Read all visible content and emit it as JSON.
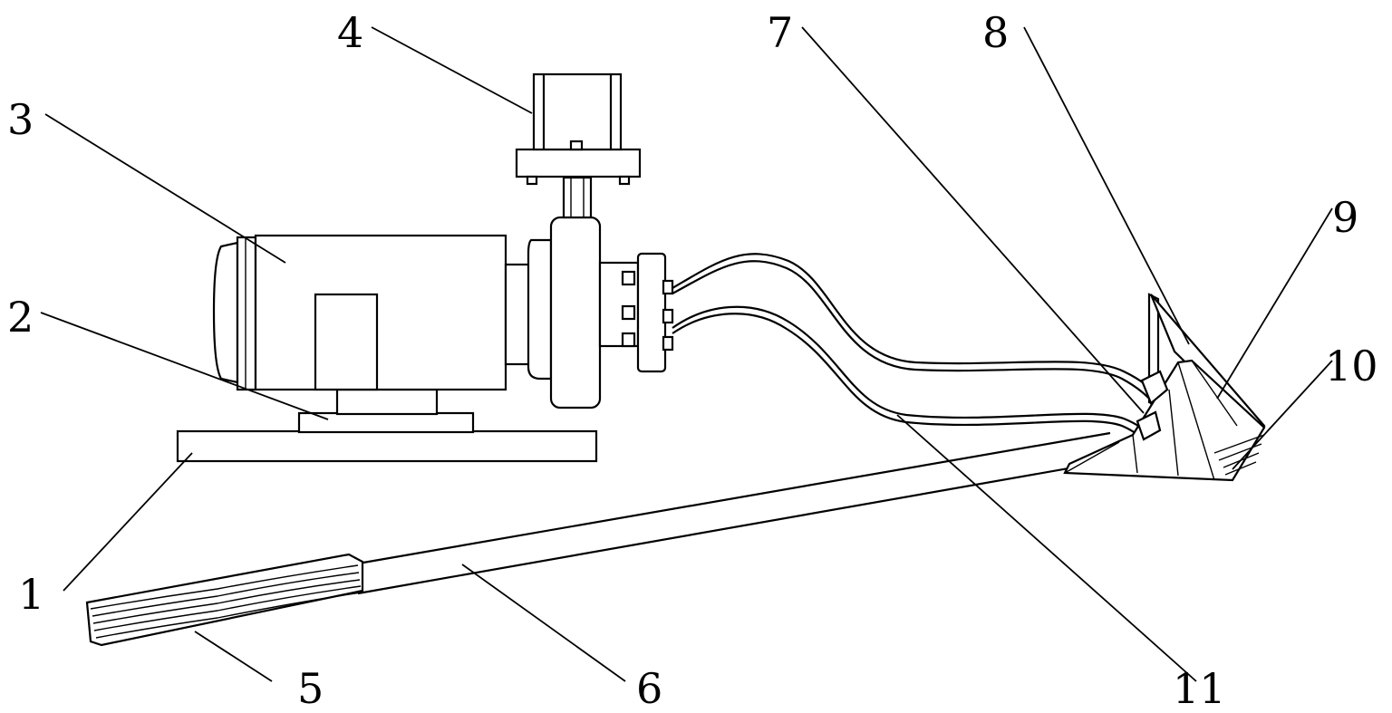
{
  "diagram": {
    "labels": {
      "l1": "1",
      "l2": "2",
      "l3": "3",
      "l4": "4",
      "l5": "5",
      "l6": "6",
      "l7": "7",
      "l8": "8",
      "l9": "9",
      "l10": "10",
      "l11": "11"
    }
  }
}
